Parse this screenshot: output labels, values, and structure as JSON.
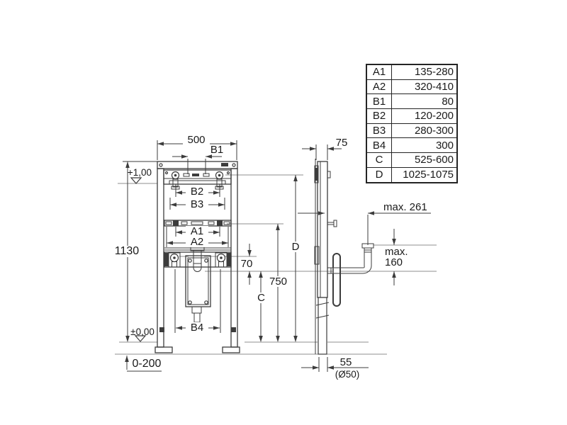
{
  "colors": {
    "ink": "#3c3c3c",
    "aux_line": "#8f8f8f",
    "text": "#1a1a1a",
    "background": "#ffffff"
  },
  "front_view": {
    "width_top": "500",
    "b1": "B1",
    "b2": "B2",
    "b3": "B3",
    "a1": "A1",
    "a2": "A2",
    "b4": "B4",
    "overall_height": "1130",
    "drain_offset": "70",
    "rail_height": "750",
    "drain_height": "C",
    "top_height": "D",
    "datum_upper": "+1,00",
    "datum_floor": "±0,00",
    "floor_range": "0-200"
  },
  "side_view": {
    "depth": "75",
    "max_reach": "max. 261",
    "max_word": "max.",
    "max_value": "160",
    "outlet_offset": "55",
    "outlet_diameter": "(Ø50)"
  },
  "table": {
    "rows": [
      {
        "key": "A1",
        "value": "135-280"
      },
      {
        "key": "A2",
        "value": "320-410"
      },
      {
        "key": "B1",
        "value": "80"
      },
      {
        "key": "B2",
        "value": "120-200"
      },
      {
        "key": "B3",
        "value": "280-300"
      },
      {
        "key": "B4",
        "value": "300"
      },
      {
        "key": "C",
        "value": "525-600"
      },
      {
        "key": "D",
        "value": "1025-1075"
      }
    ]
  }
}
